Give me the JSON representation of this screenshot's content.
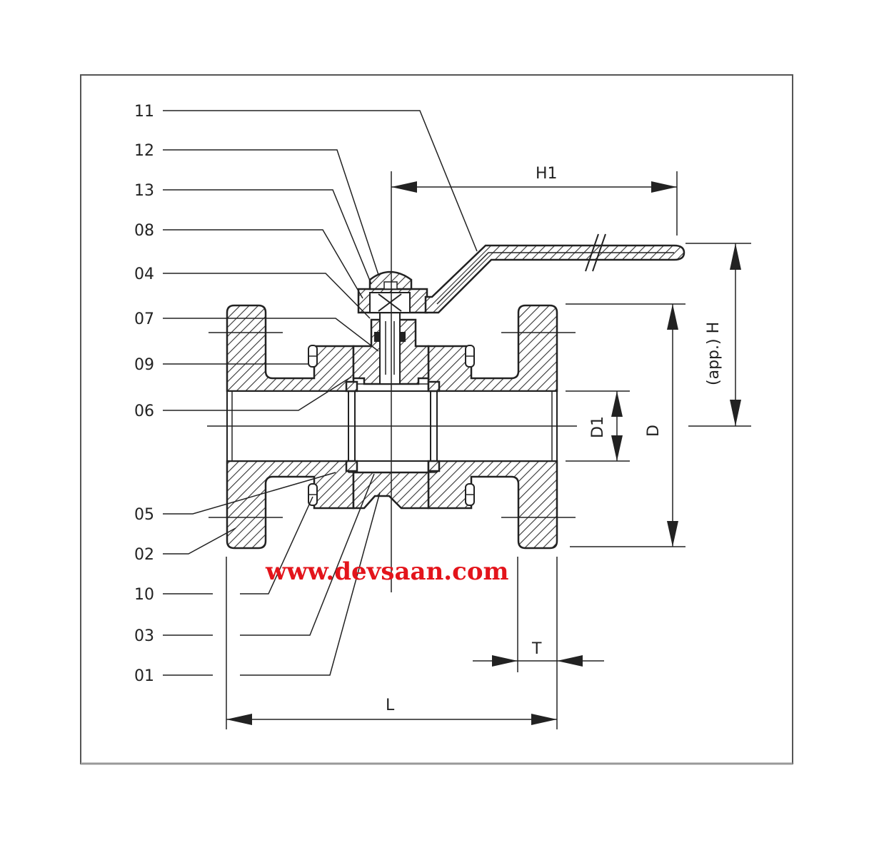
{
  "callouts": [
    "11",
    "12",
    "13",
    "08",
    "04",
    "07",
    "09",
    "06",
    "05",
    "02",
    "10",
    "03",
    "01"
  ],
  "dimensions": {
    "handle_length": "H1",
    "height": "(app.) H",
    "bore": "D1",
    "flange_diameter": "D",
    "flange_thickness": "T",
    "length": "L"
  },
  "watermark": "www.devsaan.com",
  "colors": {
    "line": "#222222",
    "watermark": "#e3141b",
    "background": "#ffffff"
  }
}
